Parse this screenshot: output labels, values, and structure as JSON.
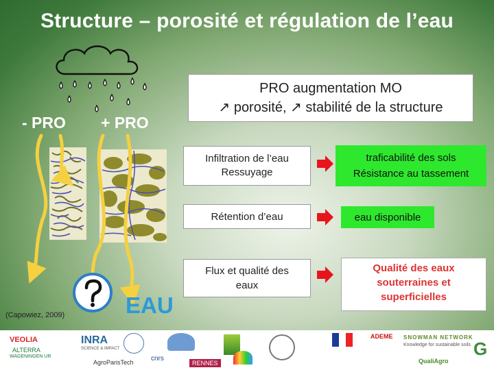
{
  "slide": {
    "title": "Structure – porosité et régulation de l’eau",
    "label_minus": "- PRO",
    "label_plus": "+ PRO",
    "citation": "(Capowiez, 2009)",
    "eau_word": "EAU",
    "pro_box": {
      "line1": "PRO augmentation MO",
      "line2": "↗ porosité, ↗ stabilité de la structure"
    },
    "infiltration": {
      "line1": "Infiltration de l’eau",
      "line2": "Ressuyage"
    },
    "retention": "Rétention d’eau",
    "flux": {
      "line1": "Flux et qualité des",
      "line2": "eaux"
    },
    "traficabilite": {
      "line1": "traficabilité des sols",
      "line2": "Résistance au tassement"
    },
    "eau_disponible": "eau disponible",
    "qualite": {
      "line1": "Qualité des eaux",
      "line2": "souterraines et",
      "line3": "superficielles"
    },
    "colors": {
      "accent_green": "#2ee82e",
      "arrow_red": "#e8141c",
      "water_yellow": "#f5d040",
      "eau_blue": "#2d9ad8",
      "qualite_red": "#d33333"
    }
  },
  "logos": {
    "veolia": "VEOLIA",
    "inra": "INRA",
    "inra_sub": "SCIENCE & IMPACT",
    "alterra": "ALTERRA",
    "wageningen": "WAGENINGEN UR",
    "agroparistech": "AgroParisTech",
    "cnrs": "cnrs",
    "rennes": "RENNES",
    "ademe": "ADEME",
    "snowman": "SNOWMAN NETWORK",
    "snowman_sub": "Knowledge for sustainable soils",
    "qualiagro": "QualiAgro"
  }
}
